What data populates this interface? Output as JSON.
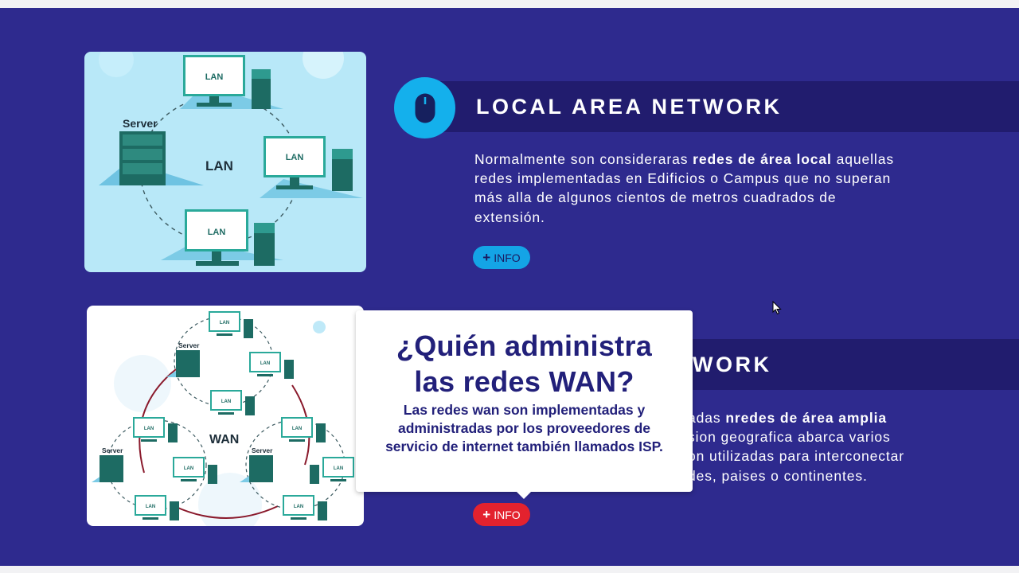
{
  "lan": {
    "diagram": {
      "server_label": "Server",
      "center_label": "LAN",
      "node_label": "LAN"
    },
    "title": "LOCAL AREA NETWORK",
    "desc_part1": "Normalmente son consideraras ",
    "desc_bold": "redes de área local",
    "desc_part2": " aquellas redes implementadas en Edificios o Campus que no superan más alla de algunos cientos de metros cuadrados de extensión.",
    "info_label": "INFO"
  },
  "wan": {
    "diagram": {
      "server_label": "Server",
      "center_label": "WAN",
      "node_label": "LAN"
    },
    "title_visible": "WORK",
    "desc_line1_pre": "adas ",
    "desc_line1_bold": "nredes de área amplia",
    "desc_line2": "sion geografica abarca varios",
    "desc_line3": "on utilizadas para interconectar",
    "desc_line4": "des, paises o continentes.",
    "info_label": "INFO"
  },
  "tooltip": {
    "title_line1": "¿Quién administra",
    "title_line2": "las redes WAN?",
    "body": "Las redes wan son implementadas y administradas por los proveedores de servicio de internet también llamados ISP."
  },
  "colors": {
    "background": "#2e2a8e",
    "band": "#211c6e",
    "accent_blue": "#14b0ec",
    "accent_red": "#e3222e",
    "tooltip_text": "#22207a"
  }
}
